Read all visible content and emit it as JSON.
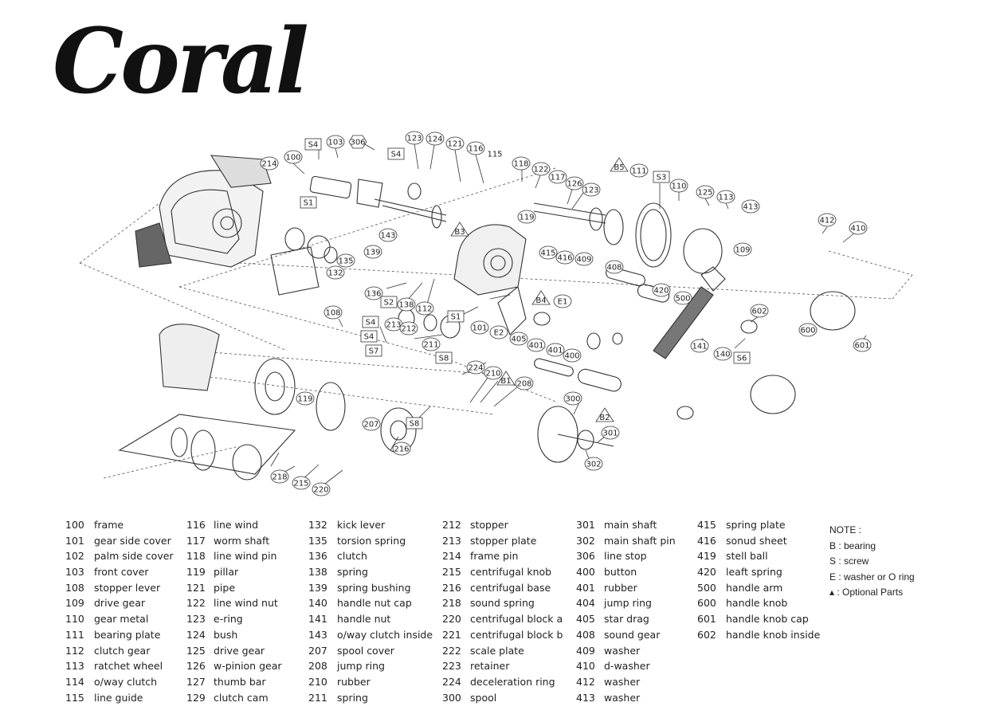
{
  "title": "Coral",
  "callouts": [
    "100",
    "103",
    "306",
    "S4",
    "214",
    "123",
    "124",
    "121",
    "116",
    "115",
    "118",
    "122",
    "117",
    "126",
    "123",
    "B5",
    "111",
    "S3",
    "110",
    "125",
    "113",
    "413",
    "412",
    "410",
    "S1",
    "S4",
    "143",
    "139",
    "135",
    "119",
    "B3",
    "132",
    "415",
    "416",
    "409",
    "408",
    "136",
    "S2",
    "138",
    "112",
    "108",
    "S4",
    "S4",
    "S7",
    "S1",
    "101",
    "E2",
    "B4",
    "E1",
    "420",
    "500",
    "602",
    "109",
    "600",
    "401",
    "401",
    "400",
    "405",
    "141",
    "140",
    "S6",
    "601",
    "213",
    "212",
    "211",
    "S8",
    "224",
    "210",
    "B1",
    "208",
    "300",
    "B2",
    "301",
    "302",
    "119",
    "207",
    "S8",
    "216",
    "218",
    "215",
    "220"
  ],
  "legend": [
    [
      [
        "100",
        "frame"
      ],
      [
        "101",
        "gear side cover"
      ],
      [
        "102",
        "palm side cover"
      ],
      [
        "103",
        "front cover"
      ],
      [
        "108",
        "stopper lever"
      ],
      [
        "109",
        "drive gear"
      ],
      [
        "110",
        "gear metal"
      ],
      [
        "111",
        "bearing plate"
      ],
      [
        "112",
        "clutch gear"
      ],
      [
        "113",
        "ratchet wheel"
      ],
      [
        "114",
        "o/way clutch"
      ],
      [
        "115",
        "line guide"
      ]
    ],
    [
      [
        "116",
        "line wind"
      ],
      [
        "117",
        "worm shaft"
      ],
      [
        "118",
        "line wind pin"
      ],
      [
        "119",
        "pillar"
      ],
      [
        "121",
        "pipe"
      ],
      [
        "122",
        "line wind nut"
      ],
      [
        "123",
        "e-ring"
      ],
      [
        "124",
        "bush"
      ],
      [
        "125",
        "drive gear"
      ],
      [
        "126",
        "w-pinion gear"
      ],
      [
        "127",
        "thumb bar"
      ],
      [
        "129",
        "clutch cam"
      ]
    ],
    [
      [
        "132",
        "kick lever"
      ],
      [
        "135",
        "torsion spring"
      ],
      [
        "136",
        "clutch"
      ],
      [
        "138",
        "spring"
      ],
      [
        "139",
        "spring bushing"
      ],
      [
        "140",
        "handle nut cap"
      ],
      [
        "141",
        "handle nut"
      ],
      [
        "143",
        "o/way clutch inside"
      ],
      [
        "207",
        "spool cover"
      ],
      [
        "208",
        "jump ring"
      ],
      [
        "210",
        "rubber"
      ],
      [
        "211",
        "spring"
      ]
    ],
    [
      [
        "212",
        "stopper"
      ],
      [
        "213",
        "stopper plate"
      ],
      [
        "214",
        "frame pin"
      ],
      [
        "215",
        "centrifugal knob"
      ],
      [
        "216",
        "centrifugal base"
      ],
      [
        "218",
        "sound spring"
      ],
      [
        "220",
        "centrifugal block a"
      ],
      [
        "221",
        "centrifugal block b"
      ],
      [
        "222",
        "scale plate"
      ],
      [
        "223",
        "retainer"
      ],
      [
        "224",
        "deceleration ring"
      ],
      [
        "300",
        "spool"
      ]
    ],
    [
      [
        "301",
        "main shaft"
      ],
      [
        "302",
        "main shaft pin"
      ],
      [
        "306",
        "line stop"
      ],
      [
        "400",
        "button"
      ],
      [
        "401",
        "rubber"
      ],
      [
        "404",
        "jump ring"
      ],
      [
        "405",
        "star drag"
      ],
      [
        "408",
        "sound gear"
      ],
      [
        "409",
        "washer"
      ],
      [
        "410",
        "d-washer"
      ],
      [
        "412",
        "washer"
      ],
      [
        "413",
        "washer"
      ]
    ],
    [
      [
        "415",
        "spring plate"
      ],
      [
        "416",
        "sonud sheet"
      ],
      [
        "419",
        "stell ball"
      ],
      [
        "420",
        "leaft spring"
      ],
      [
        "500",
        "handle arm"
      ],
      [
        "600",
        "handle knob"
      ],
      [
        "601",
        "handle knob cap"
      ],
      [
        "602",
        "handle knob inside"
      ]
    ]
  ],
  "note": [
    "NOTE :",
    "B : bearing",
    "S : screw",
    "E : washer or O ring",
    "▴ : Optional Parts"
  ]
}
